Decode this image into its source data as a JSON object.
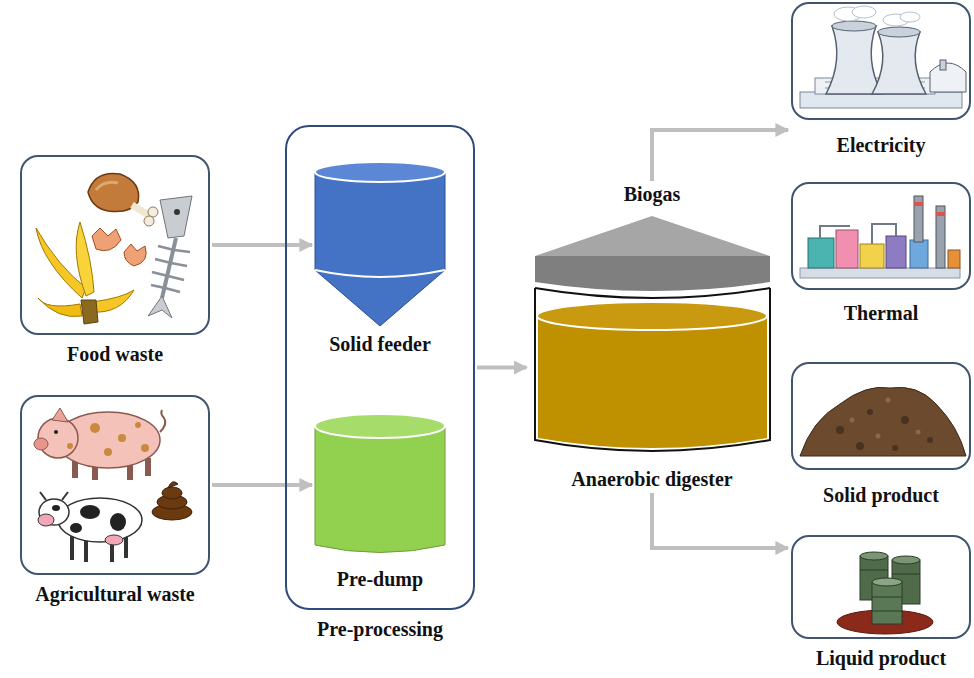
{
  "diagram": {
    "nodes": [
      {
        "text": [
          "Food waste"
        ]
      },
      {
        "text": [
          "Agricultural waste"
        ]
      },
      {
        "text": [
          "Pre-processing"
        ]
      },
      {
        "text": [
          "Solid feeder"
        ],
        "in": 2
      },
      {
        "text": [
          "Pre-dump"
        ],
        "in": 2
      },
      {
        "text": [
          "Biogas",
          "Anaerobic digester"
        ]
      },
      {
        "text": [
          "Electricity"
        ]
      },
      {
        "text": [
          "Thermal"
        ]
      },
      {
        "text": [
          "Solid product"
        ]
      },
      {
        "text": [
          "Liquid product"
        ]
      }
    ],
    "edges": [
      {
        "from": 0,
        "to": 3,
        "arrow": "to"
      },
      {
        "from": 1,
        "to": 4,
        "arrow": "to"
      },
      {
        "from": 2,
        "to": 5,
        "arrow": "to"
      },
      {
        "from": 5,
        "to": 6,
        "arrow": "to"
      },
      {
        "from": 5,
        "to": 9,
        "arrow": "to"
      }
    ]
  }
}
